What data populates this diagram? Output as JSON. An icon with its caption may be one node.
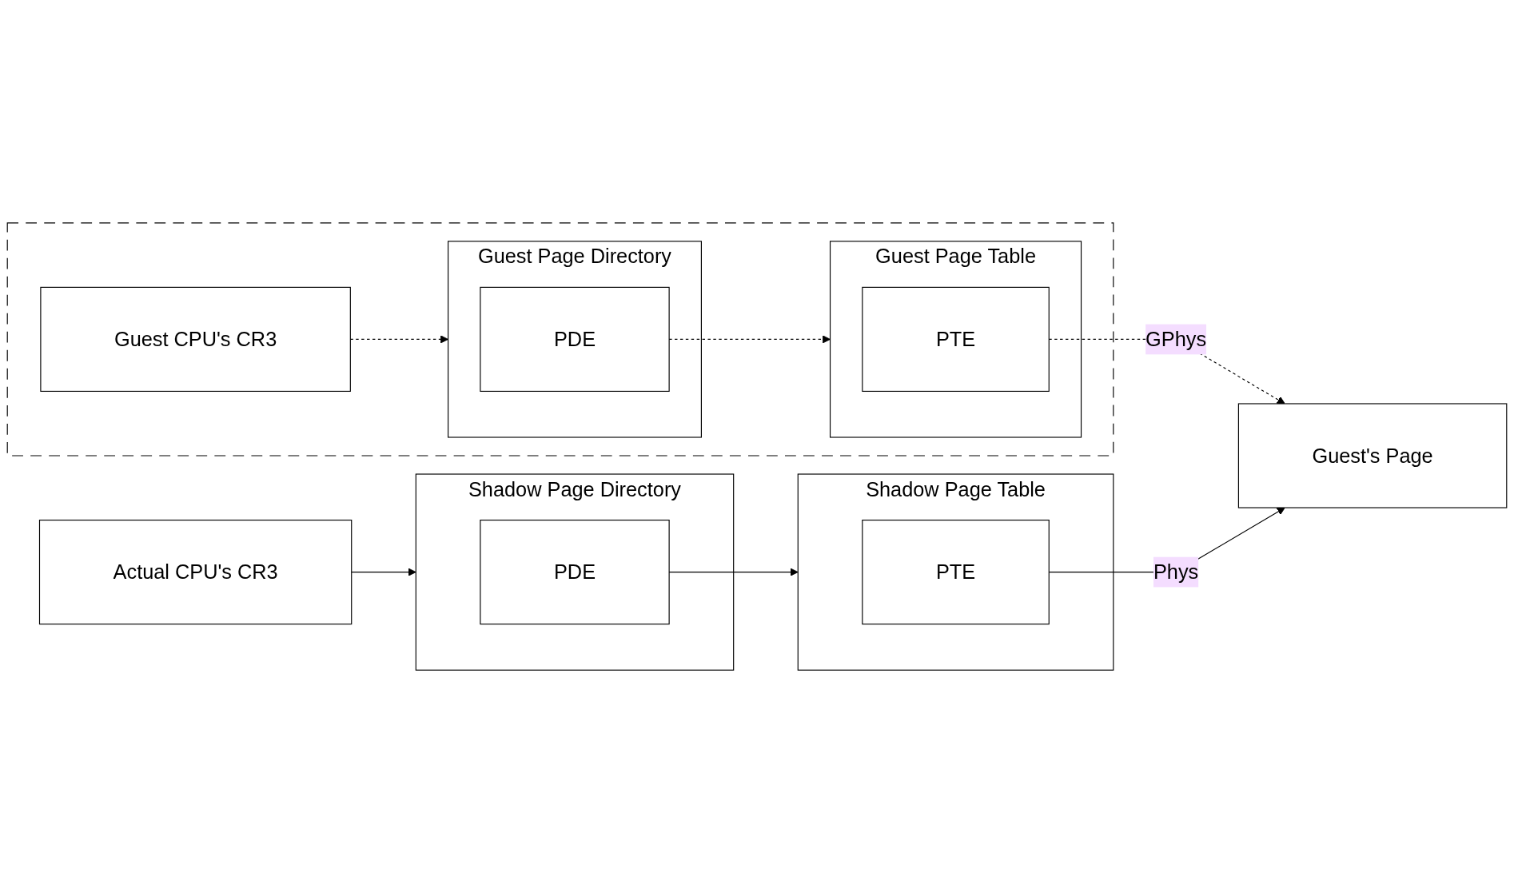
{
  "diagram": {
    "nodes": [
      {
        "text": [],
        "shape": "box"
      },
      {
        "text": [
          "Guest Page Directory"
        ],
        "in": 0
      },
      {
        "text": [
          "PDE"
        ],
        "in": 1
      },
      {
        "text": [
          "Guest Page Table"
        ],
        "in": 0
      },
      {
        "text": [
          "PTE"
        ],
        "in": 3
      },
      {
        "text": [
          "Guest CPU's CR3"
        ],
        "in": 0
      },
      {
        "text": [
          "Guest's Page"
        ]
      },
      {
        "text": [
          "Shadow Page Directory"
        ]
      },
      {
        "text": [
          "PDE"
        ],
        "in": 7
      },
      {
        "text": [
          "Shadow Page Table"
        ]
      },
      {
        "text": [
          "PTE"
        ],
        "in": 9
      },
      {
        "text": [
          "Actual CPU's CR3"
        ]
      }
    ],
    "edges": [
      {
        "from": 5,
        "to": 1,
        "arrow": "to",
        "style": "dashed"
      },
      {
        "from": 2,
        "to": 3,
        "arrow": "to",
        "style": "dashed"
      },
      {
        "from": 4,
        "to": 6,
        "arrow": "to",
        "style": "dashed",
        "label": "GPhys"
      },
      {
        "from": 11,
        "to": 7,
        "arrow": "to"
      },
      {
        "from": 8,
        "to": 9,
        "arrow": "to"
      },
      {
        "from": 10,
        "to": 6,
        "arrow": "to",
        "label": "Phys"
      }
    ]
  }
}
